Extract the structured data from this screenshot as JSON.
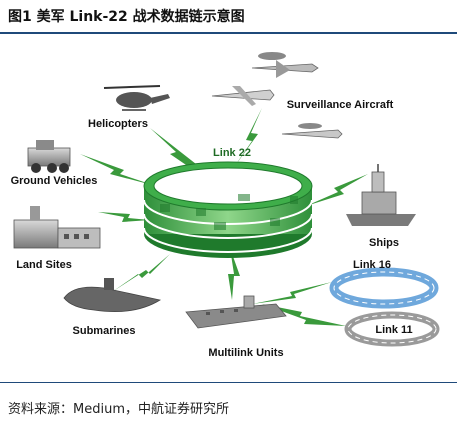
{
  "title": "图1 美军 Link-22 战术数据链示意图",
  "source": "资料来源：Medium，中航证券研究所",
  "diagram": {
    "center_label": "Link 22",
    "nodes": {
      "helicopters": "Helicopters",
      "surveillance": "Surveillance Aircraft",
      "ground_vehicles": "Ground Vehicles",
      "ships": "Ships",
      "land_sites": "Land Sites",
      "submarines": "Submarines",
      "multilink": "Multilink Units",
      "link16": "Link 16",
      "link11": "Link 11"
    },
    "colors": {
      "ring_green": "#3fae4a",
      "ring_dark": "#1f7a2c",
      "ring_light": "#a8dca4",
      "bolt": "#3a9a3c",
      "ring16": "#6fa8dc",
      "ring11": "#9a9a9a"
    }
  }
}
